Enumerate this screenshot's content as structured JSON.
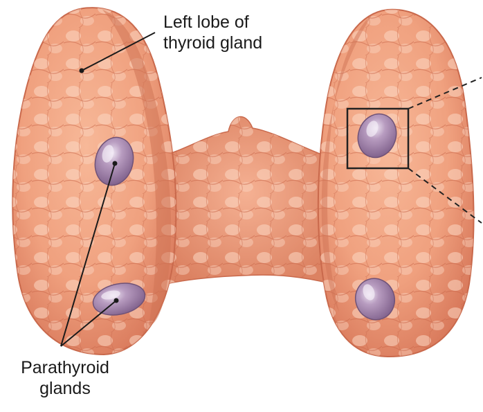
{
  "labels": {
    "left_lobe_line1": "Left lobe of",
    "left_lobe_line2": "thyroid gland",
    "parathyroid_line1": "Parathyroid",
    "parathyroid_line2": "glands"
  },
  "colors": {
    "background": "#ffffff",
    "thyroid_tissue": "#f0a17f",
    "thyroid_shadow": "#d9785a",
    "thyroid_highlight": "#fbd6c2",
    "parathyroid": "#a98ab0",
    "parathyroid_highlight": "#e8dcee",
    "leader_line": "#1a1a1a",
    "zoom_box": "#222222"
  }
}
